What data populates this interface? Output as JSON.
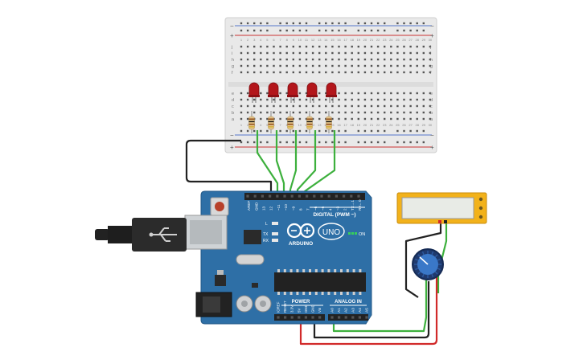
{
  "breadboard": {
    "rail_plus": "+",
    "rail_minus": "−",
    "row_letters_top": [
      "j",
      "i",
      "h",
      "g",
      "f"
    ],
    "row_letters_bottom": [
      "e",
      "d",
      "c",
      "b",
      "a"
    ],
    "columns": [
      "1",
      "2",
      "3",
      "4",
      "5",
      "6",
      "7",
      "8",
      "9",
      "10",
      "11",
      "12",
      "13",
      "14",
      "15",
      "16",
      "17",
      "18",
      "19",
      "20",
      "21",
      "22",
      "23",
      "24",
      "25",
      "26",
      "27",
      "28",
      "29",
      "30"
    ]
  },
  "leds": {
    "count": 5,
    "color": "#b3161b"
  },
  "arduino": {
    "logo": "ARDUINO",
    "model": "UNO",
    "digital_label": "DIGITAL (PWM ~)",
    "on_label": "ON",
    "power_label": "POWER",
    "analog_label": "ANALOG IN",
    "led_labels": [
      "L",
      "TX",
      "RX"
    ],
    "digital_pins": [
      "AREF",
      "GND",
      "13",
      "12",
      "~11",
      "~10",
      "~9",
      "8",
      "7",
      "~6",
      "~5",
      "4",
      "~3",
      "2",
      "TX→1",
      "RX←0"
    ],
    "power_pins": [
      "IOREF",
      "RESET",
      "3.3V",
      "5V",
      "GND",
      "GND",
      "Vin"
    ],
    "analog_pins": [
      "A0",
      "A1",
      "A2",
      "A3",
      "A4",
      "A5"
    ],
    "board_color": "#2e6fa6"
  },
  "wires": {
    "signal": "#3db03d",
    "power": "#d12a2a",
    "ground": "#222222"
  },
  "lcd": {
    "screen_color": "#e8ebe6",
    "frame_color": "#f2b21b"
  }
}
